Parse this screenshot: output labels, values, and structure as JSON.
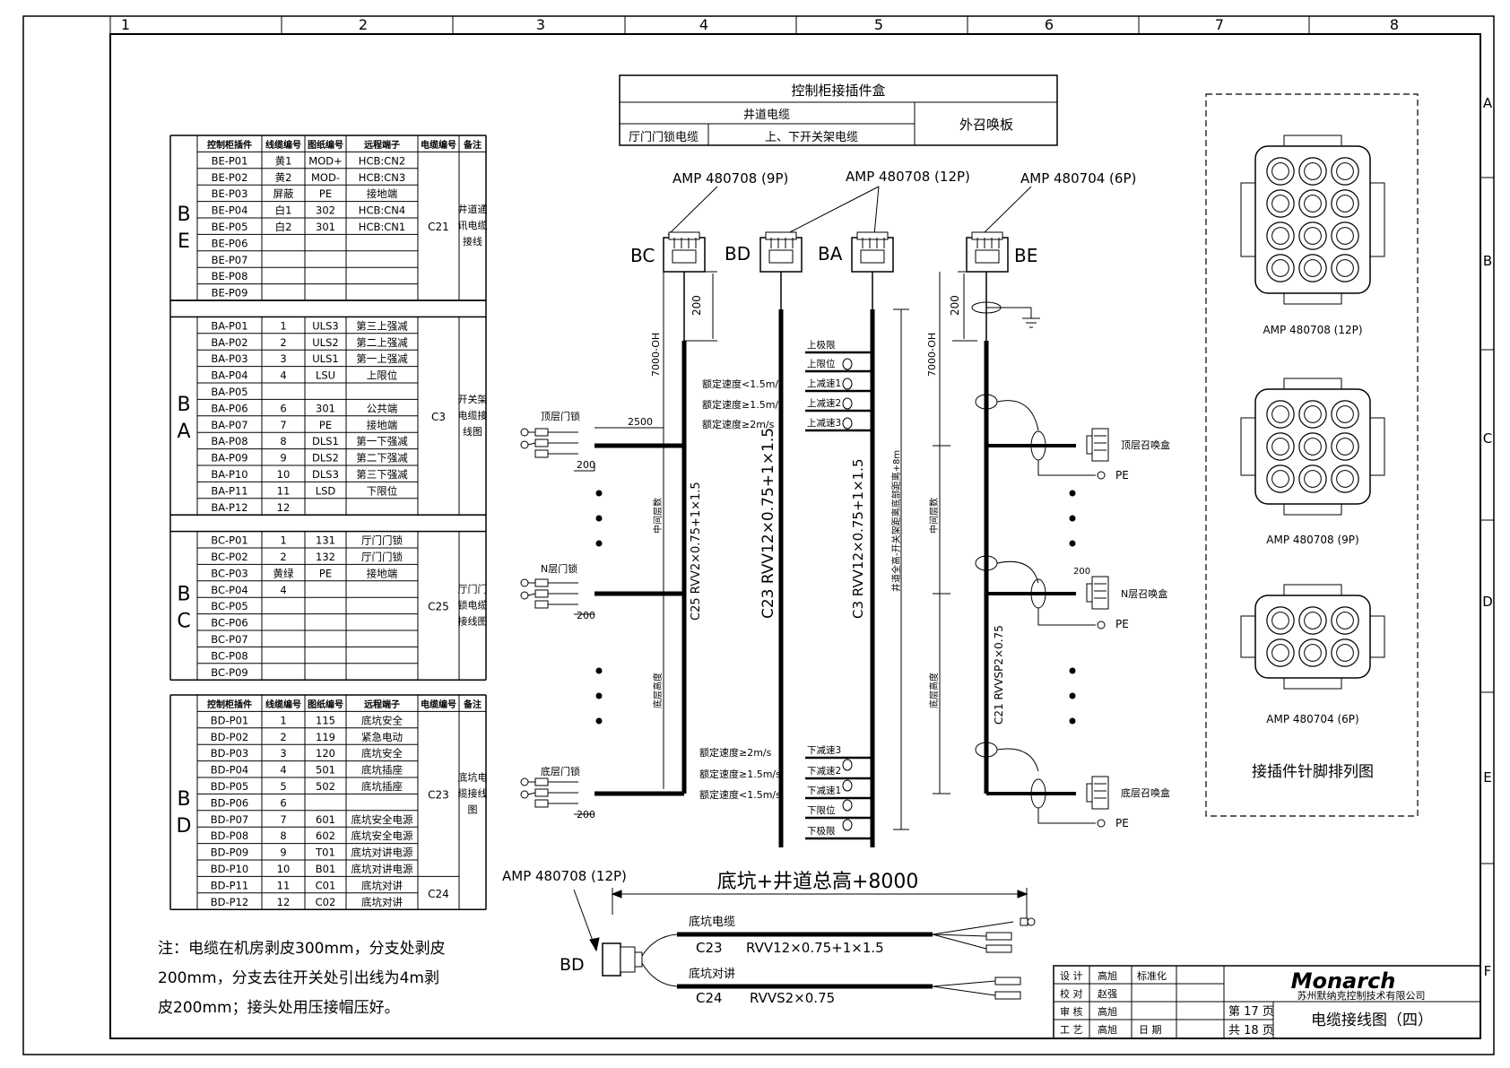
{
  "frame": {
    "columns": [
      "1",
      "2",
      "3",
      "4",
      "5",
      "6",
      "7",
      "8"
    ],
    "rows": [
      "A",
      "B",
      "C",
      "D",
      "E",
      "F"
    ]
  },
  "box_header": {
    "title": "控制柜接插件盒",
    "shaft_cable": "井道电缆",
    "hall_door_cable": "厅门门锁电缆",
    "switch_cable": "上、下开关架电缆",
    "call_board": "外召唤板"
  },
  "table_headers": [
    "控制柜插件",
    "线缆编号",
    "图纸编号",
    "远程端子",
    "电缆编号",
    "备注"
  ],
  "groups": [
    {
      "letters": [
        "B",
        "E"
      ],
      "cable": "C21",
      "remark": [
        "井道通",
        "讯电缆",
        "接线"
      ],
      "rows": [
        [
          "BE-P01",
          "黄1",
          "MOD+",
          "HCB:CN2"
        ],
        [
          "BE-P02",
          "黄2",
          "MOD-",
          "HCB:CN3"
        ],
        [
          "BE-P03",
          "屏蔽",
          "PE",
          "接地端"
        ],
        [
          "BE-P04",
          "白1",
          "302",
          "HCB:CN4"
        ],
        [
          "BE-P05",
          "白2",
          "301",
          "HCB:CN1"
        ],
        [
          "BE-P06",
          "",
          "",
          ""
        ],
        [
          "BE-P07",
          "",
          "",
          ""
        ],
        [
          "BE-P08",
          "",
          "",
          ""
        ],
        [
          "BE-P09",
          "",
          "",
          ""
        ]
      ]
    },
    {
      "letters": [
        "B",
        "A"
      ],
      "cable": "C3",
      "remark": [
        "开关架",
        "电缆接",
        "线图"
      ],
      "rows": [
        [
          "BA-P01",
          "1",
          "ULS3",
          "第三上强减"
        ],
        [
          "BA-P02",
          "2",
          "ULS2",
          "第二上强减"
        ],
        [
          "BA-P03",
          "3",
          "ULS1",
          "第一上强减"
        ],
        [
          "BA-P04",
          "4",
          "LSU",
          "上限位"
        ],
        [
          "BA-P05",
          "",
          "",
          ""
        ],
        [
          "BA-P06",
          "6",
          "301",
          "公共端"
        ],
        [
          "BA-P07",
          "7",
          "PE",
          "接地端"
        ],
        [
          "BA-P08",
          "8",
          "DLS1",
          "第一下强减"
        ],
        [
          "BA-P09",
          "9",
          "DLS2",
          "第二下强减"
        ],
        [
          "BA-P10",
          "10",
          "DLS3",
          "第三下强减"
        ],
        [
          "BA-P11",
          "11",
          "LSD",
          "下限位"
        ],
        [
          "BA-P12",
          "12",
          "",
          ""
        ]
      ]
    },
    {
      "letters": [
        "B",
        "C"
      ],
      "cable": "C25",
      "remark": [
        "厅门门",
        "锁电缆",
        "接线图"
      ],
      "rows": [
        [
          "BC-P01",
          "1",
          "131",
          "厅门门锁"
        ],
        [
          "BC-P02",
          "2",
          "132",
          "厅门门锁"
        ],
        [
          "BC-P03",
          "黄绿",
          "PE",
          "接地端"
        ],
        [
          "BC-P04",
          "4",
          "",
          ""
        ],
        [
          "BC-P05",
          "",
          "",
          ""
        ],
        [
          "BC-P06",
          "",
          "",
          ""
        ],
        [
          "BC-P07",
          "",
          "",
          ""
        ],
        [
          "BC-P08",
          "",
          "",
          ""
        ],
        [
          "BC-P09",
          "",
          "",
          ""
        ]
      ]
    },
    {
      "letters": [
        "B",
        "D"
      ],
      "cable": "C23",
      "cable2": "C24",
      "remark": [
        "底坑电",
        "缆接线",
        "图"
      ],
      "rows": [
        [
          "BD-P01",
          "1",
          "115",
          "底坑安全"
        ],
        [
          "BD-P02",
          "2",
          "119",
          "紧急电动"
        ],
        [
          "BD-P03",
          "3",
          "120",
          "底坑安全"
        ],
        [
          "BD-P04",
          "4",
          "501",
          "底坑插座"
        ],
        [
          "BD-P05",
          "5",
          "502",
          "底坑插座"
        ],
        [
          "BD-P06",
          "6",
          "",
          ""
        ],
        [
          "BD-P07",
          "7",
          "601",
          "底坑安全电源"
        ],
        [
          "BD-P08",
          "8",
          "602",
          "底坑安全电源"
        ],
        [
          "BD-P09",
          "9",
          "T01",
          "底坑对讲电源"
        ],
        [
          "BD-P10",
          "10",
          "B01",
          "底坑对讲电源"
        ],
        [
          "BD-P11",
          "11",
          "C01",
          "底坑对讲"
        ],
        [
          "BD-P12",
          "12",
          "C02",
          "底坑对讲"
        ]
      ]
    }
  ],
  "note": {
    "lines": [
      "注：电缆在机房剥皮300mm，分支处剥皮",
      "200mm，分支去往开关处引出线为4m剥",
      "皮200mm；接头处用压接帽压好。"
    ]
  },
  "diagram": {
    "amp_9p": "AMP 480708 (9P)",
    "amp_12p": "AMP 480708 (12P)",
    "amp_6p": "AMP 480704 (6P)",
    "amp_12p_bottom": "AMP 480708 (12P)",
    "bc": "BC",
    "bd": "BD",
    "ba": "BA",
    "be": "BE",
    "dim_200": "200",
    "dim_2500": "2500",
    "dim_7000_oh": "7000-OH",
    "top_door": "顶层门锁",
    "n_door": "N层门锁",
    "bottom_door": "底层门锁",
    "mid_floor": "中间层数",
    "bottom_floor": "底层高度",
    "c25_label": "C25 RVV2×0.75+1×1.5",
    "c23_label": "C23 RVV12×0.75+1×1.5",
    "c3_label": "C3 RVV12×0.75+1×1.5",
    "c21_label": "C21 RVVSP2×0.75",
    "shaft_total": "井道全高-开关架距离底部距离+8m",
    "speed_top": [
      "额定速度<1.5m/s",
      "额定速度≥1.5m/s",
      "额定速度≥2m/s"
    ],
    "speed_bottom": [
      "额定速度≥2m/s",
      "额定速度≥1.5m/s",
      "额定速度<1.5m/s"
    ],
    "switch_top": [
      "上极限",
      "上限位",
      "上减速1",
      "上减速2",
      "上减速3"
    ],
    "switch_bottom": [
      "下减速3",
      "下减速2",
      "下减速1",
      "下限位",
      "下极限"
    ],
    "call_top": "顶层召唤盒",
    "call_n": "N层召唤盒",
    "call_bottom": "底层召唤盒",
    "pe": "PE",
    "pit_total": "底坑+井道总高+8000",
    "pit_cable": "底坑电缆",
    "pit_c23": "C23",
    "pit_c23_spec": "RVV12×0.75+1×1.5",
    "pit_intercom": "底坑对讲",
    "pit_c24": "C24",
    "pit_c24_spec": "RVVS2×0.75"
  },
  "pinout": {
    "p12": "AMP 480708 (12P)",
    "p9": "AMP 480708 (9P)",
    "p6": "AMP 480704 (6P)",
    "title": "接插件针脚排列图"
  },
  "titleblock": {
    "design": "设 计",
    "design_name": "高旭",
    "standard": "标准化",
    "check": "校 对",
    "check_name": "赵强",
    "review": "审 核",
    "review_name": "高旭",
    "craft": "工 艺",
    "craft_name": "高旭",
    "date": "日 期",
    "logo": "Monarch",
    "company": "苏州默纳克控制技术有限公司",
    "page": "第 17 页",
    "total": "共 18 页",
    "drawing_title": "电缆接线图（四）"
  }
}
